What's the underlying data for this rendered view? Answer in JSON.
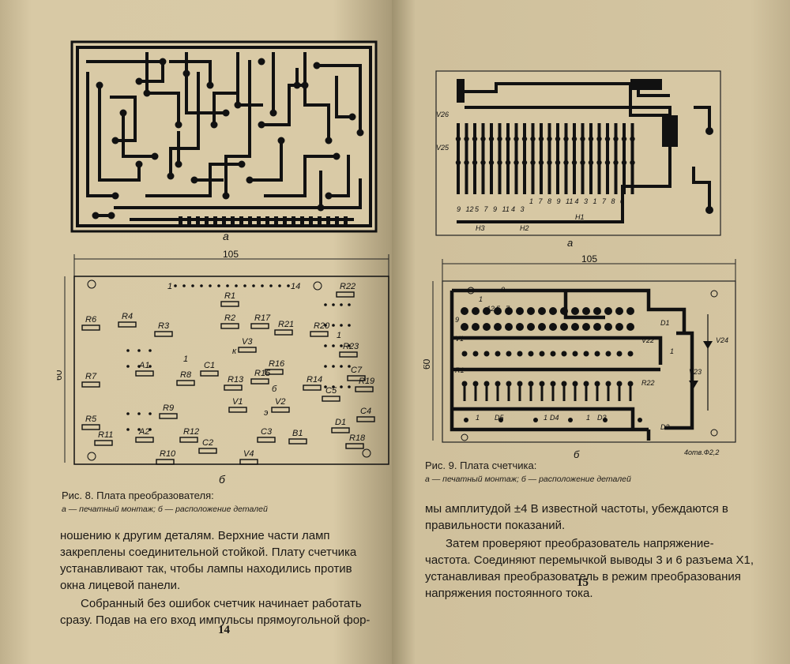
{
  "left_page": {
    "fig8_a_label": "а",
    "fig8_b_label": "б",
    "fig8_dim_width": "105",
    "fig8_dim_height": "60",
    "fig8_components": [
      "R6",
      "R4",
      "R3",
      "R7",
      "A1",
      "R8",
      "R9",
      "C1",
      "R5",
      "R11",
      "A2",
      "R12",
      "R10",
      "C2",
      "R1",
      "R2",
      "R17",
      "R21",
      "R20",
      "R22",
      "V3",
      "R16",
      "R15",
      "R13",
      "R14",
      "R23",
      "R19",
      "C7",
      "C5",
      "V2",
      "V1",
      "C3",
      "B1",
      "V4",
      "D1",
      "C4",
      "R18"
    ],
    "fig8_pin_labels": [
      "1",
      "14",
      "к",
      "б",
      "э",
      "1",
      "1"
    ],
    "caption_title": "Рис. 8. Плата преобразователя:",
    "caption_sub": "а — печатный монтаж; б — расположение деталей",
    "body_p1": "ношению к другим деталям. Верхние части ламп закреплены соединительной стойкой. Плату счетчика устанавливают так, чтобы лампы находились против окна лицевой панели.",
    "body_p2": "Собранный без ошибок счетчик начинает работать сразу. Подав на его вход импульсы прямоугольной фор-",
    "page_number": "14"
  },
  "right_page": {
    "fig9_a_label": "а",
    "fig9_b_label": "б",
    "fig9_dim_width": "105",
    "fig9_dim_height": "60",
    "fig9_a_labels": [
      "V26",
      "V25",
      "H3",
      "H2",
      "H1"
    ],
    "fig9_a_digits": [
      "9",
      "12",
      "5",
      "7",
      "9",
      "11",
      "4",
      "3",
      "1",
      "7",
      "8",
      "9",
      "11",
      "4",
      "3",
      "1",
      "7",
      "8",
      "0"
    ],
    "fig9_b_labels": [
      "V1",
      "R1",
      "D1",
      "V22",
      "V24",
      "V23",
      "R22",
      "D5",
      "D4",
      "D3",
      "D2",
      "0",
      "1",
      "12",
      "5",
      "7",
      "9",
      "1",
      "1",
      "1",
      "1"
    ],
    "fig9_b_note": "4отв.Ф2,2",
    "caption_title": "Рис. 9. Плата счетчика:",
    "caption_sub": "а — печатный монтаж; б — расположение деталей",
    "body_p1": "мы амплитудой ±4 В известной частоты, убеждаются в правильности показаний.",
    "body_p2": "Затем проверяют преобразователь напряжение-частота. Соединяют перемычкой выводы 3 и 6 разъема Х1, устанавливая преобразователь в режим преобразования напряжения постоянного тока.",
    "page_number": "15"
  },
  "colors": {
    "paper": "#d6c7a3",
    "ink": "#1b1815",
    "background": "#2e2a26"
  }
}
